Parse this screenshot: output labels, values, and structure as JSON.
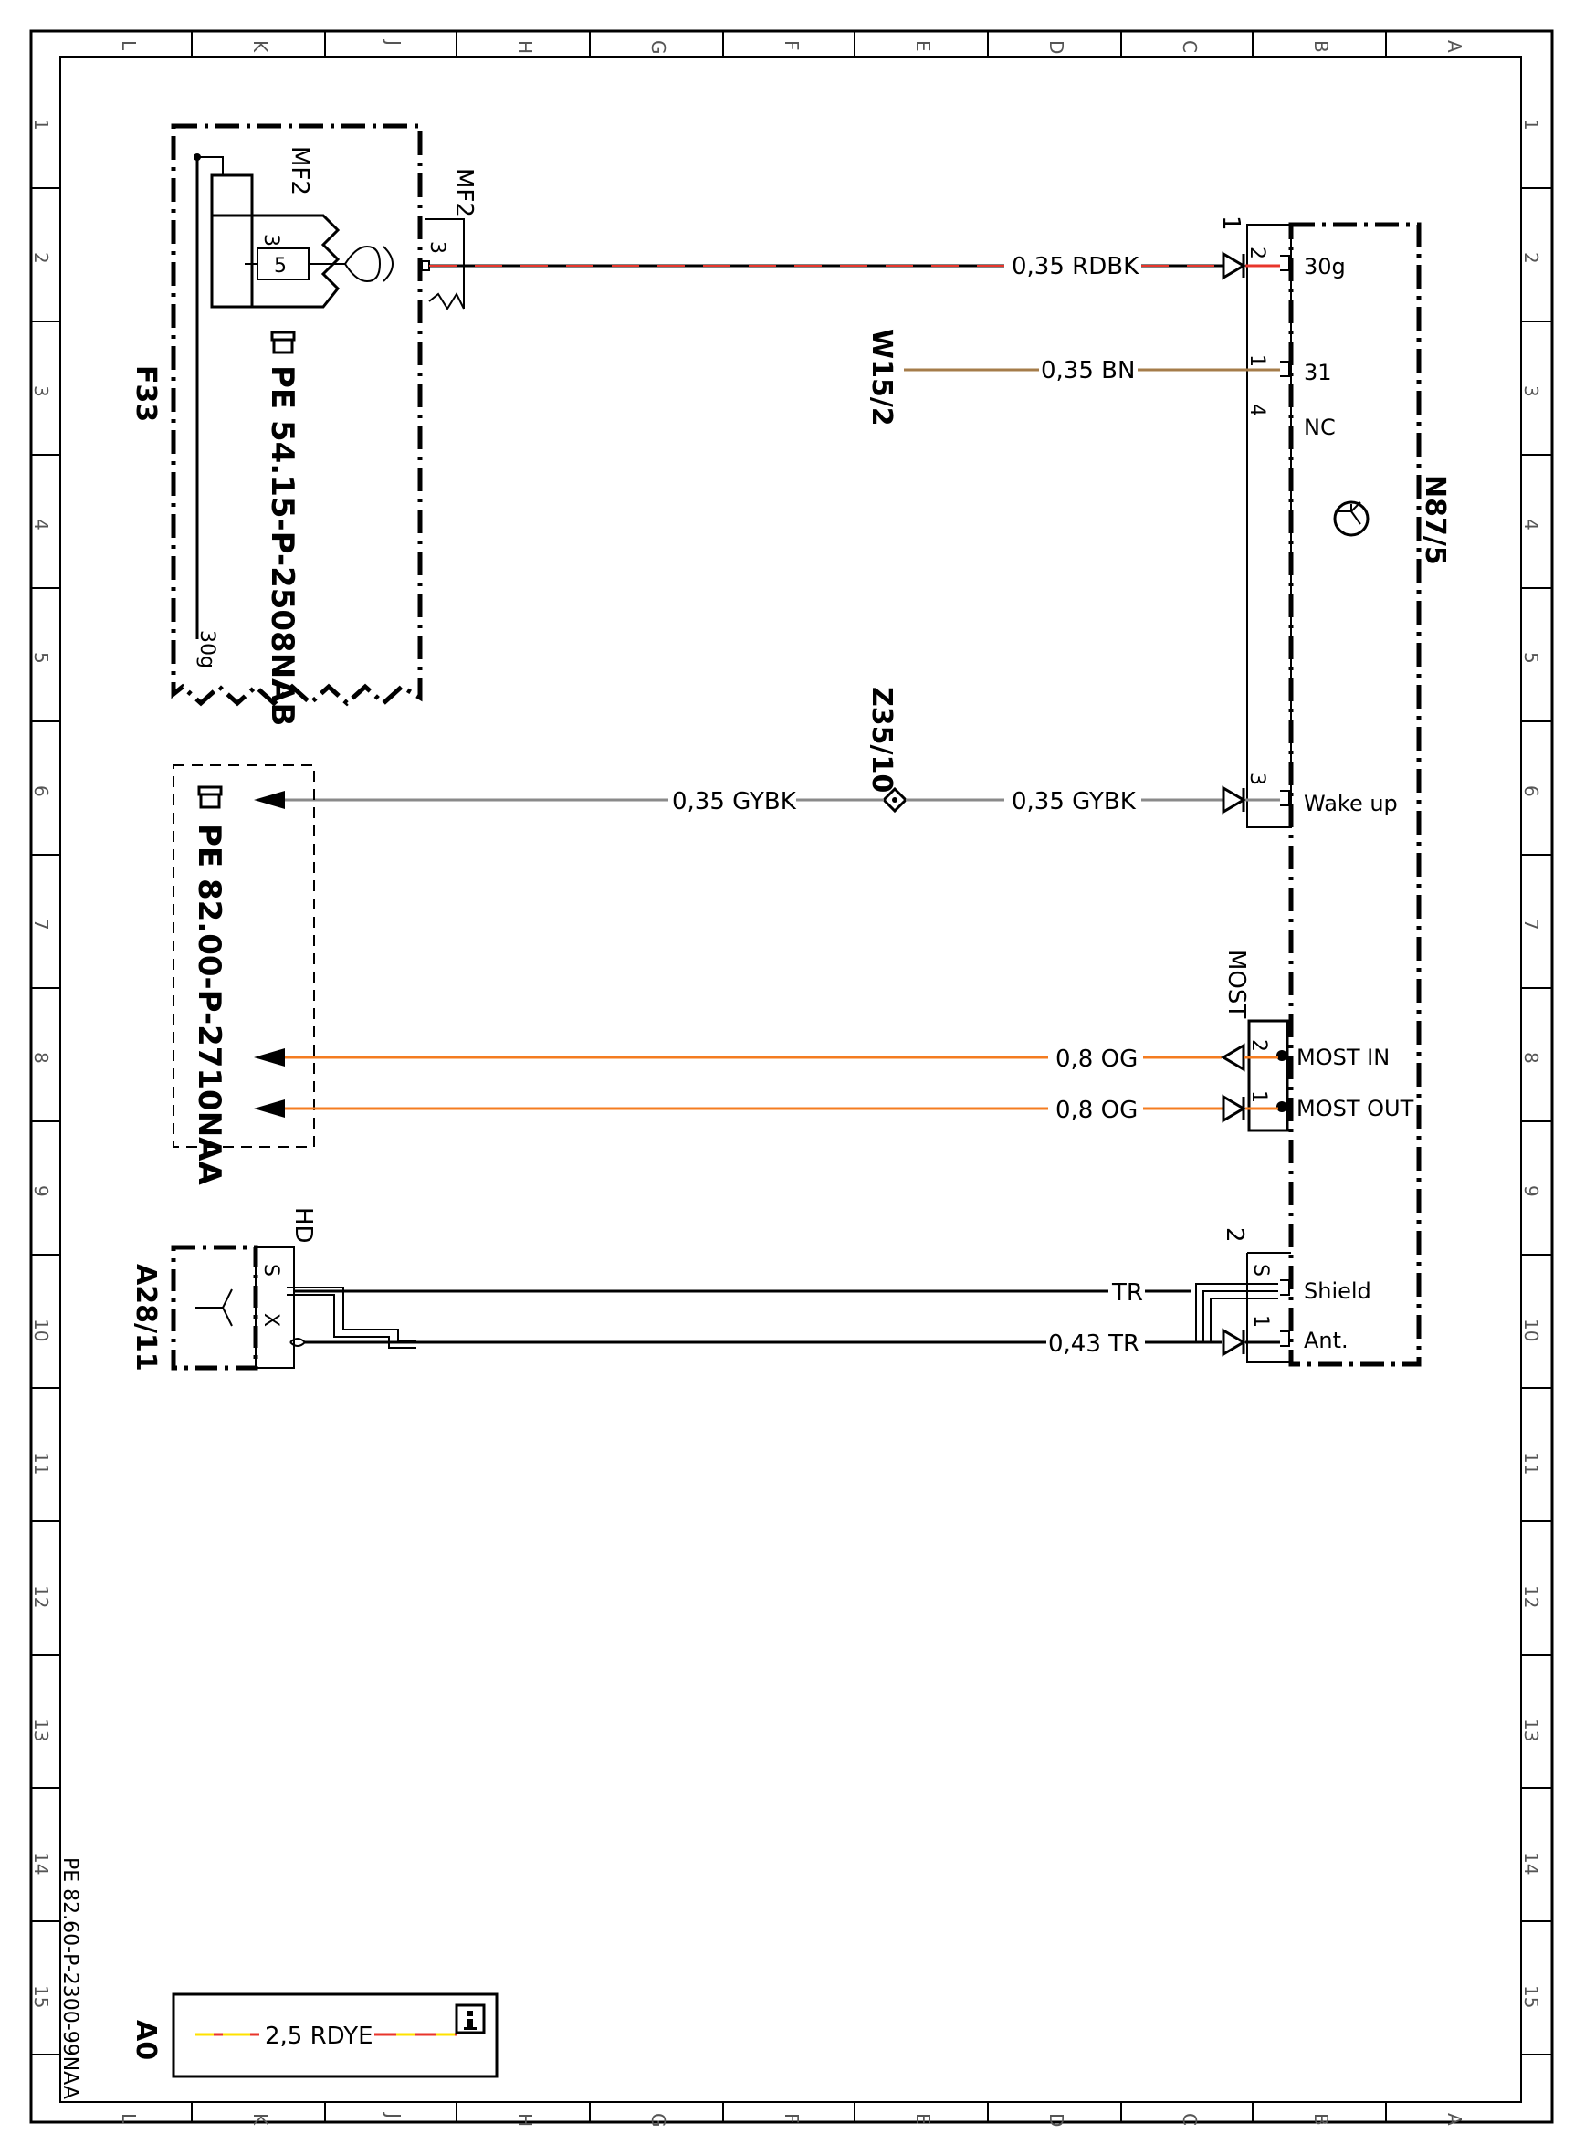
{
  "frame": {
    "col_letters": [
      "L",
      "K",
      "J",
      "H",
      "G",
      "F",
      "E",
      "D",
      "C",
      "B",
      "A"
    ],
    "row_numbers": [
      "1",
      "2",
      "3",
      "4",
      "5",
      "6",
      "7",
      "8",
      "9",
      "10",
      "11",
      "12",
      "13",
      "14",
      "15"
    ]
  },
  "components": {
    "f33": {
      "code": "F33",
      "connector": "MF2",
      "pin_a": "3",
      "pin_b": "5",
      "term": "30g",
      "ref": "PE 54.15-P-2508NAB"
    },
    "mf2": {
      "label": "MF2",
      "pin": "3"
    },
    "w15_2": {
      "code": "W15/2"
    },
    "z35_10": {
      "code": "Z35/10"
    },
    "n87_5": {
      "code": "N87/5",
      "conn_1": "1",
      "conn_2": "2",
      "most": "MOST",
      "pins": [
        {
          "num": "2",
          "name": "30g"
        },
        {
          "num": "1",
          "name": "31"
        },
        {
          "num": "4",
          "name": "NC"
        },
        {
          "num": "3",
          "name": "Wake up"
        },
        {
          "num": "2",
          "name": "MOST IN"
        },
        {
          "num": "1",
          "name": "MOST OUT"
        },
        {
          "num": "S",
          "name": "Shield"
        },
        {
          "num": "1",
          "name": "Ant."
        }
      ]
    },
    "pe82": {
      "ref": "PE 82.00-P-2710NAA"
    },
    "a28_11": {
      "code": "A28/11",
      "connector": "HD",
      "pin_s": "S",
      "pin_x": "X"
    },
    "a0": {
      "code": "A0"
    }
  },
  "wires": {
    "w30g": "0,35 RDBK",
    "w31": "0,35 BN",
    "wake_left": "0,35 GYBK",
    "wake_right": "0,35 GYBK",
    "most_in": "0,8 OG",
    "most_out": "0,8 OG",
    "shield": "TR",
    "ant": "0,43 TR",
    "legend": "2,5 RDYE"
  },
  "doc_ref": "PE 82.60-P-2300-99NAA",
  "info_icon": "info-icon",
  "colors": {
    "red": "#e8352b",
    "brown": "#a57c4a",
    "gray": "#8a8a8a",
    "orange": "#f47c20",
    "yellow": "#ffe100"
  }
}
